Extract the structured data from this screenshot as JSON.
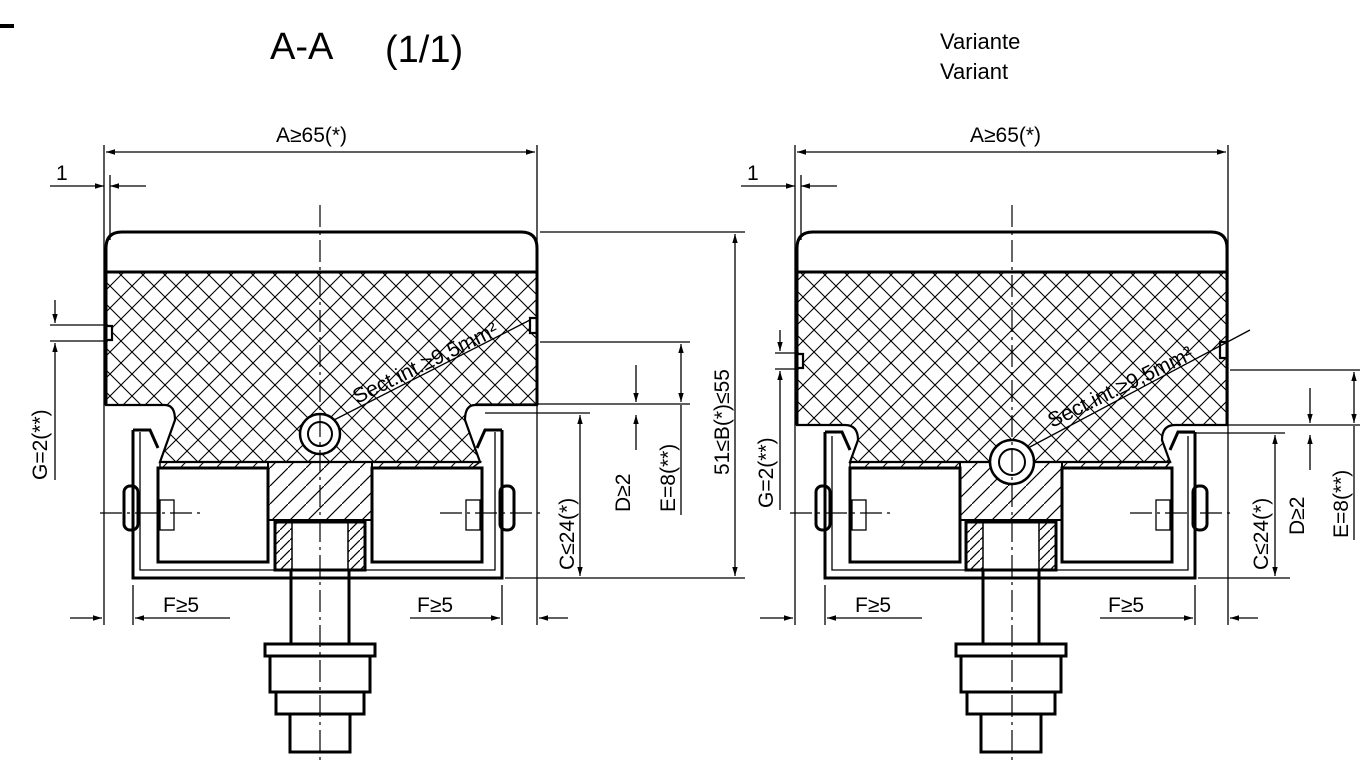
{
  "title": {
    "section": "A-A",
    "scale": "(1/1)"
  },
  "variant": {
    "line1": "Variante",
    "line2": "Variant"
  },
  "left_view": {
    "width_label": "A≥65(*)",
    "gap_label": "1",
    "flange_left_label": "F≥5",
    "flange_right_label": "F≥5",
    "groove_label": "G=2(**)",
    "height_c_label": "C≤24(*)",
    "depth_d_label": "D≥2",
    "depth_e_label": "E=8(**)",
    "height_b_label": "51≤B(*)≤55",
    "section_label": "Sect.int.≥9,5mm²"
  },
  "right_view": {
    "width_label": "A≥65(*)",
    "gap_label": "1",
    "flange_left_label": "F≥5",
    "flange_right_label": "F≥5",
    "groove_label": "G=2(**)",
    "height_c_label": "C≤24(*)",
    "depth_d_label": "D≥2",
    "depth_e_label": "E=8(**)",
    "section_label": "Sect.int.≥9,5mm²"
  }
}
